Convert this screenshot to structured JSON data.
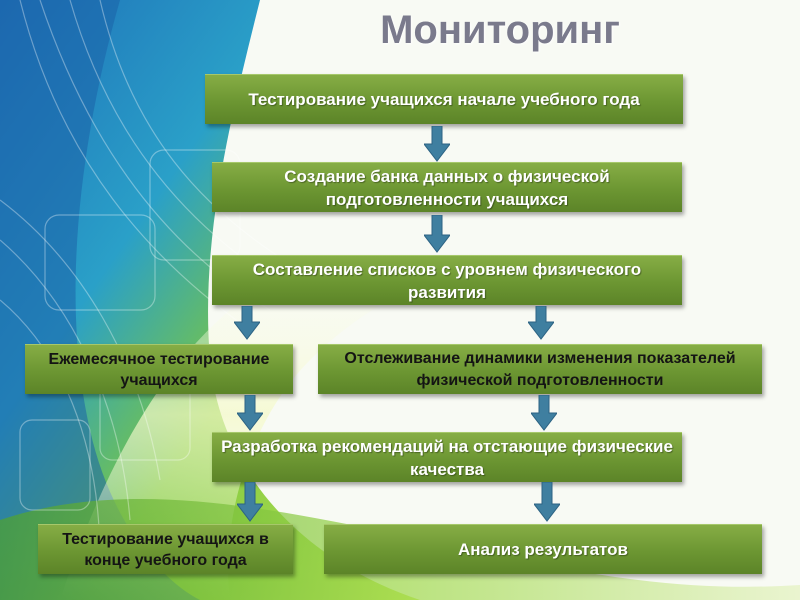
{
  "title": "Мониторинг",
  "steps": {
    "s1": "Тестирование учащихся начале учебного года",
    "s2": "Создание банка данных о физической подготовленности учащихся",
    "s3": "Составление списков с уровнем физического развития",
    "s4": "Ежемесячное тестирование учащихся",
    "s5": "Отслеживание динамики изменения показателей физической подготовленности",
    "s6": "Разработка рекомендаций на отстающие физические качества",
    "s7": "Тестирование учащихся в конце учебного года",
    "s8": "Анализ результатов"
  },
  "colors": {
    "box": "#6c9632",
    "arrow": "#3f7fa0",
    "title": "#7a7a8c"
  }
}
